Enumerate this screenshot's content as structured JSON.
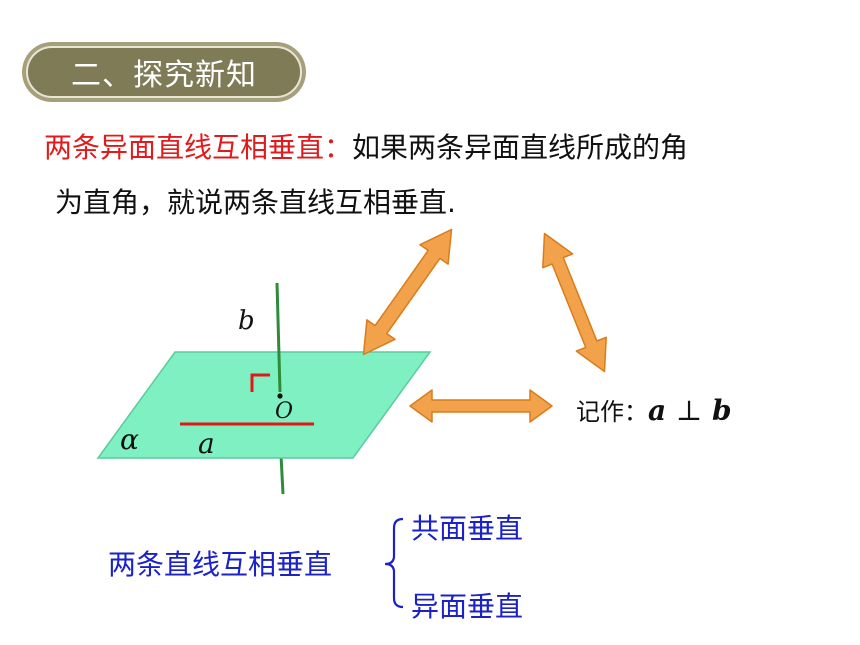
{
  "section": {
    "title": "二、探究新知"
  },
  "definition": {
    "term": "两条异面直线互相垂直",
    "colon": "：",
    "text_line1": "如果两条异面直线所成的角",
    "text_line2": "为直角，就说两条直线互相垂直."
  },
  "figure": {
    "label_b": "b",
    "label_o": "O",
    "label_a": "a",
    "label_alpha": "α"
  },
  "notation": {
    "prefix": "记作：",
    "var_a": "a",
    "symbol": "⊥",
    "var_b": "b"
  },
  "classification": {
    "root": "两条直线互相垂直",
    "items": [
      "共面垂直",
      "异面垂直"
    ]
  },
  "colors": {
    "plane_fill": "#7ff0c2",
    "plane_stroke": "#5ccba0",
    "line_b": "#2e8b3c",
    "line_a": "#e01818",
    "arrow_fill": "#f2a24a",
    "arrow_stroke": "#d97c1c",
    "term_red": "#e11b1b",
    "classification_blue": "#1a22c8"
  }
}
